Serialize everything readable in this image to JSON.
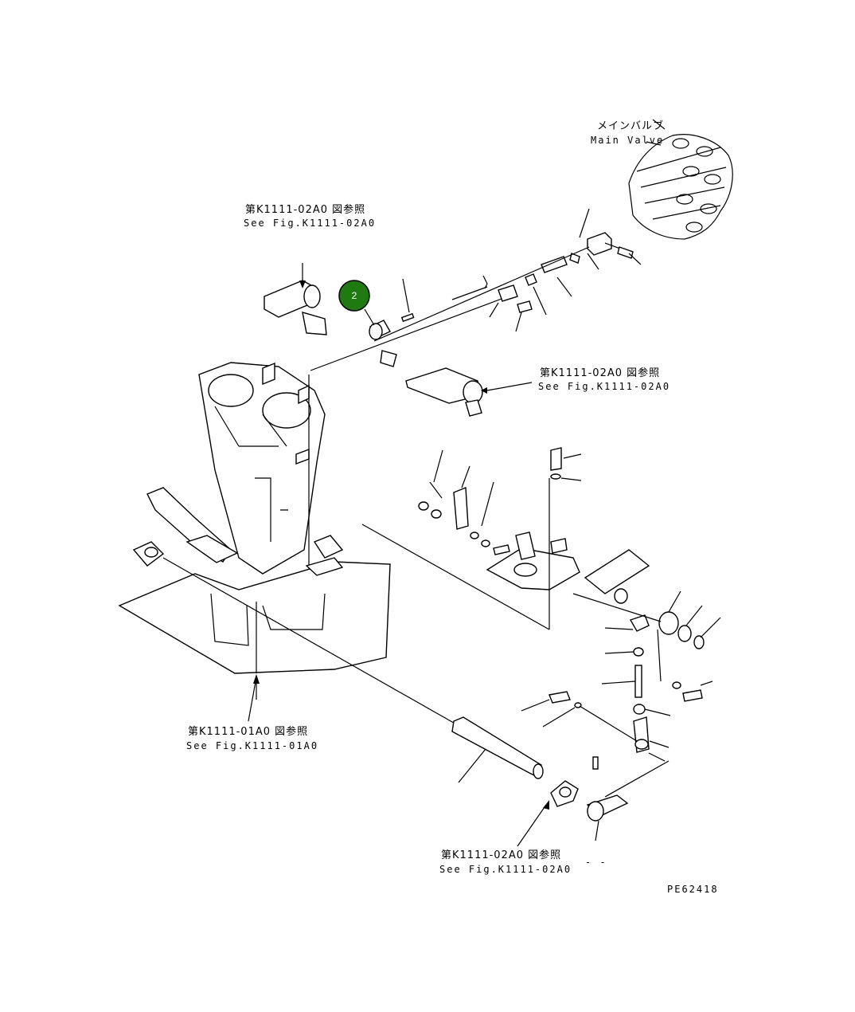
{
  "title": "",
  "labels": {
    "main_valve_jp": "メインバルブ",
    "main_valve_en": "Main Valve",
    "ref_top_jp": "第K1111-02A0 図参照",
    "ref_top_en": "See Fig.K1111-02A0",
    "ref_mid_jp": "第K1111-02A0 図参照",
    "ref_mid_en": "See Fig.K1111-02A0",
    "ref_left_jp": "第K1111-01A0 図参照",
    "ref_left_en": "See Fig.K1111-01A0",
    "ref_bottom_jp": "第K1111-02A0 図参照",
    "ref_bottom_en": "See Fig.K1111-02A0",
    "drawing_code": "PE62418",
    "small_mark": "- -"
  },
  "callouts": [
    {
      "number": "2",
      "color": "#1f7a12"
    }
  ],
  "colors": {
    "line": "#000000",
    "background": "#ffffff",
    "callout_fill": "#1f7a12"
  }
}
